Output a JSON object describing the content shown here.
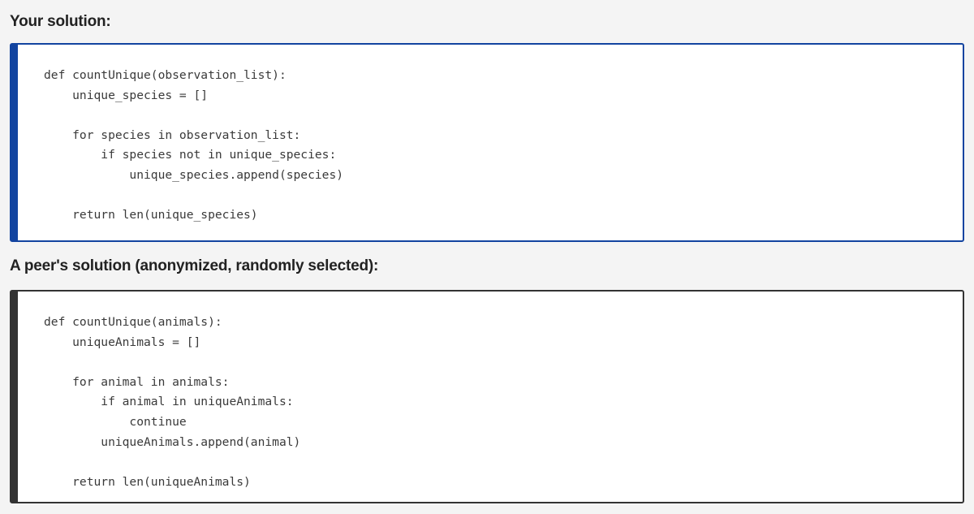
{
  "page": {
    "background_color": "#f4f4f4"
  },
  "sections": [
    {
      "heading": "Your solution:",
      "accent_color": "#1244a0",
      "border_color": "#1244a0",
      "code_lines": [
        "def countUnique(observation_list):",
        "    unique_species = []",
        "",
        "    for species in observation_list:",
        "        if species not in unique_species:",
        "            unique_species.append(species)",
        "",
        "    return len(unique_species)"
      ]
    },
    {
      "heading": "A peer's solution (anonymized, randomly selected):",
      "accent_color": "#333333",
      "border_color": "#333333",
      "code_lines": [
        "def countUnique(animals):",
        "    uniqueAnimals = []",
        "",
        "    for animal in animals:",
        "        if animal in uniqueAnimals:",
        "            continue",
        "        uniqueAnimals.append(animal)",
        "",
        "    return len(uniqueAnimals)"
      ]
    }
  ]
}
